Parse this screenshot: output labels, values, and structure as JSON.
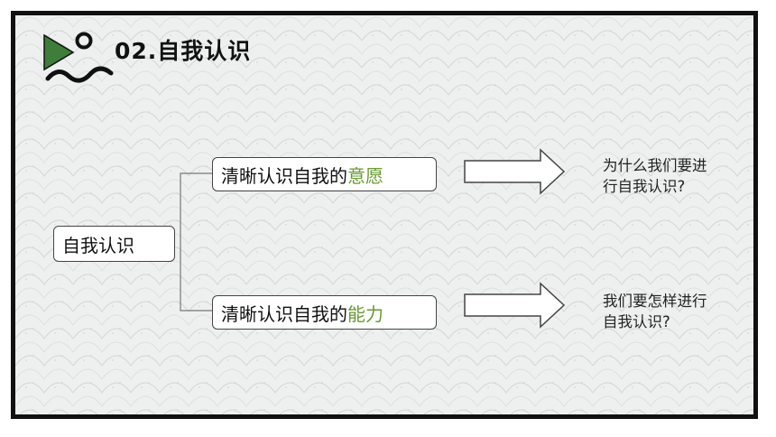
{
  "header": {
    "title": "02.自我认识"
  },
  "diagram": {
    "root": "自我认识",
    "branches": [
      {
        "text": "清晰认识自我的",
        "highlight": "意愿",
        "note_line1": "为什么我们要进",
        "note_line2": "行自我认识?"
      },
      {
        "text": "清晰认识自我的",
        "highlight": "能力",
        "note_line1": "我们要怎样进行",
        "note_line2": "自我认识?"
      }
    ]
  },
  "colors": {
    "frame": "#111111",
    "accent": "#6a9a32",
    "logo_triangle": "#3f7d3a",
    "background": "#eef0ef"
  },
  "icons": [
    "play-triangle-icon",
    "circle-icon",
    "wave-icon",
    "right-arrow-icon"
  ]
}
